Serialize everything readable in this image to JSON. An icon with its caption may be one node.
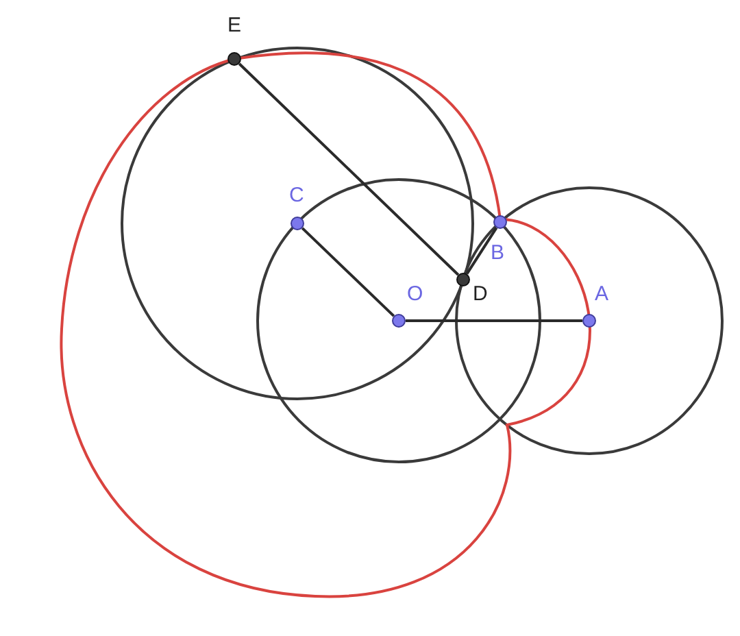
{
  "diagram": {
    "nodes": [
      {
        "text": [],
        "shape": "circle",
        "beside": [
          "E"
        ]
      },
      {
        "text": [],
        "shape": "circle",
        "beside": [
          "C"
        ]
      },
      {
        "text": [],
        "shape": "circle",
        "beside": [
          "B"
        ]
      },
      {
        "text": [],
        "shape": "circle",
        "beside": [
          "D"
        ]
      },
      {
        "text": [],
        "shape": "circle",
        "beside": [
          "O"
        ]
      },
      {
        "text": [],
        "shape": "circle",
        "beside": [
          "A"
        ]
      }
    ],
    "edges": [
      {
        "from": 0,
        "to": 3,
        "arrow": "none"
      },
      {
        "from": 3,
        "to": 2,
        "arrow": "none"
      },
      {
        "from": 1,
        "to": 4,
        "arrow": "none"
      },
      {
        "from": 4,
        "to": 5,
        "arrow": "none"
      }
    ]
  }
}
